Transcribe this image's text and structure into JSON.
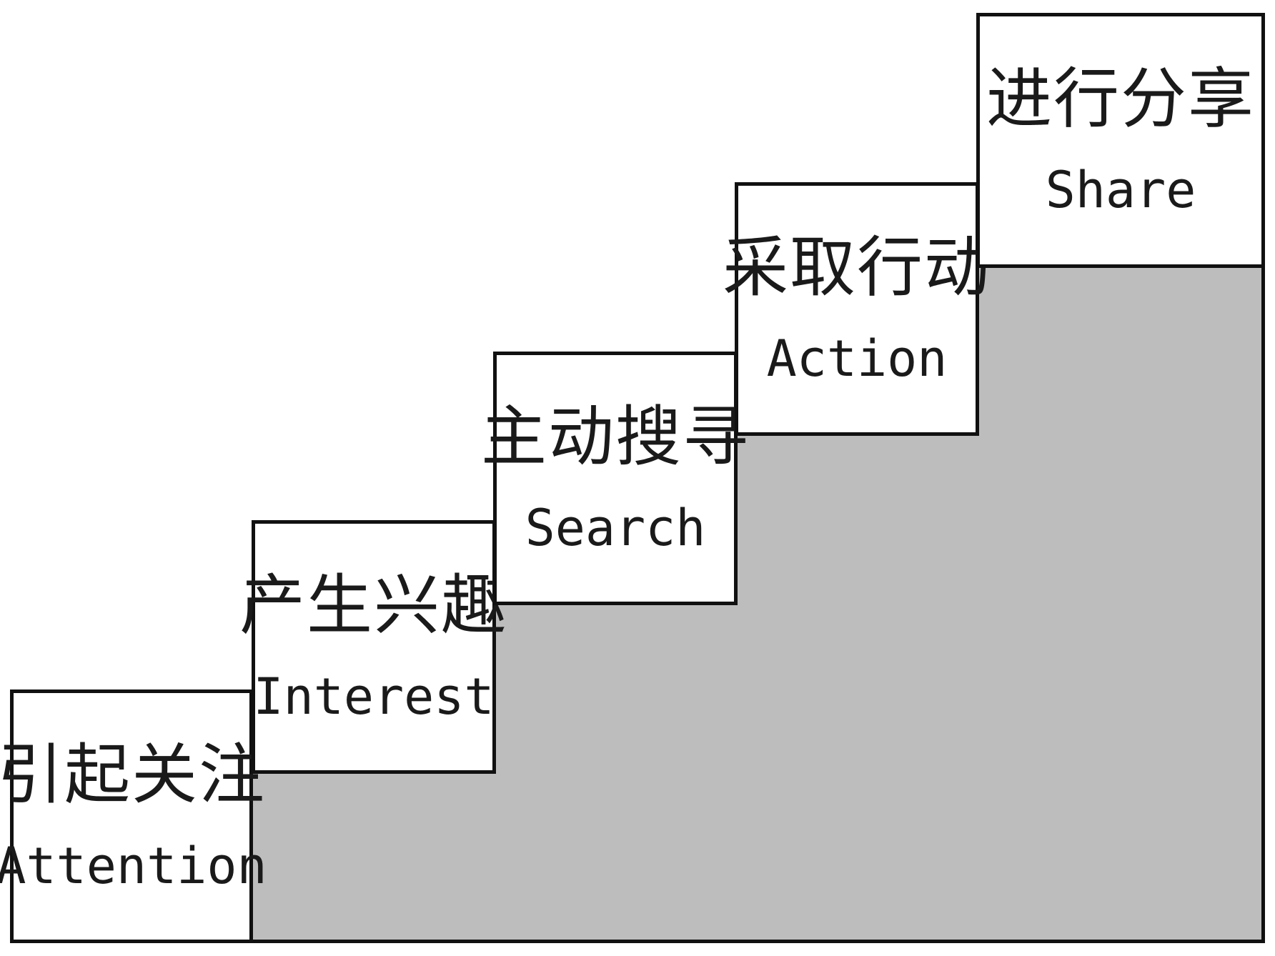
{
  "stages": [
    {
      "zh": "引起关注",
      "en": "Attention"
    },
    {
      "zh": "产生兴趣",
      "en": "Interest"
    },
    {
      "zh": "主动搜寻",
      "en": "Search"
    },
    {
      "zh": "采取行动",
      "en": "Action"
    },
    {
      "zh": "进行分享",
      "en": "Share"
    }
  ],
  "colors": {
    "box_fill": "#ffffff",
    "stair_fill": "#bdbdbd",
    "border": "#111111",
    "text": "#1a1a1a"
  }
}
